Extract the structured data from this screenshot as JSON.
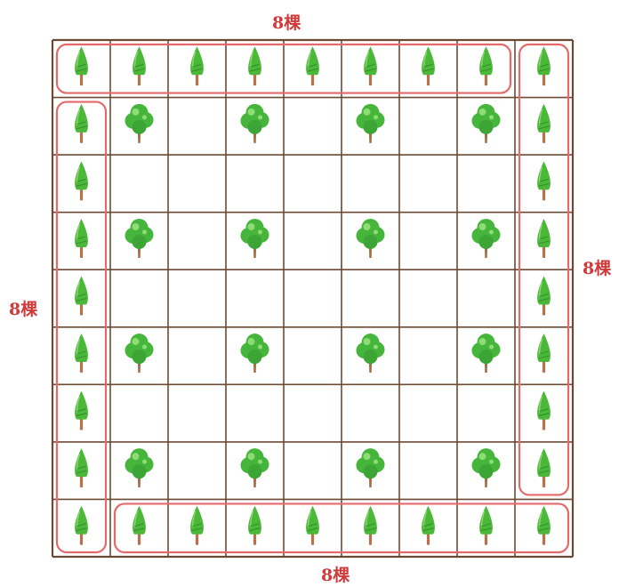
{
  "diagram": {
    "grid_rows": 9,
    "grid_cols": 9,
    "colors": {
      "grid_line": "#6b4a33",
      "highlight_border": "#e46a6a",
      "label_text": "#d03a3a",
      "pine_foliage": "#4cb83a",
      "pine_trunk": "#b8714a",
      "round_foliage": "#45b53c",
      "round_trunk": "#a86a45"
    },
    "icons": {
      "border_tree": "pine-tree-icon",
      "interior_tree": "round-tree-icon"
    },
    "interior_tree_rows": [
      1,
      3,
      5,
      7
    ],
    "interior_tree_cols": [
      1,
      3,
      5,
      7
    ],
    "labels": {
      "top": "8棵",
      "right": "8棵",
      "bottom": "8棵",
      "left": "8棵"
    }
  }
}
